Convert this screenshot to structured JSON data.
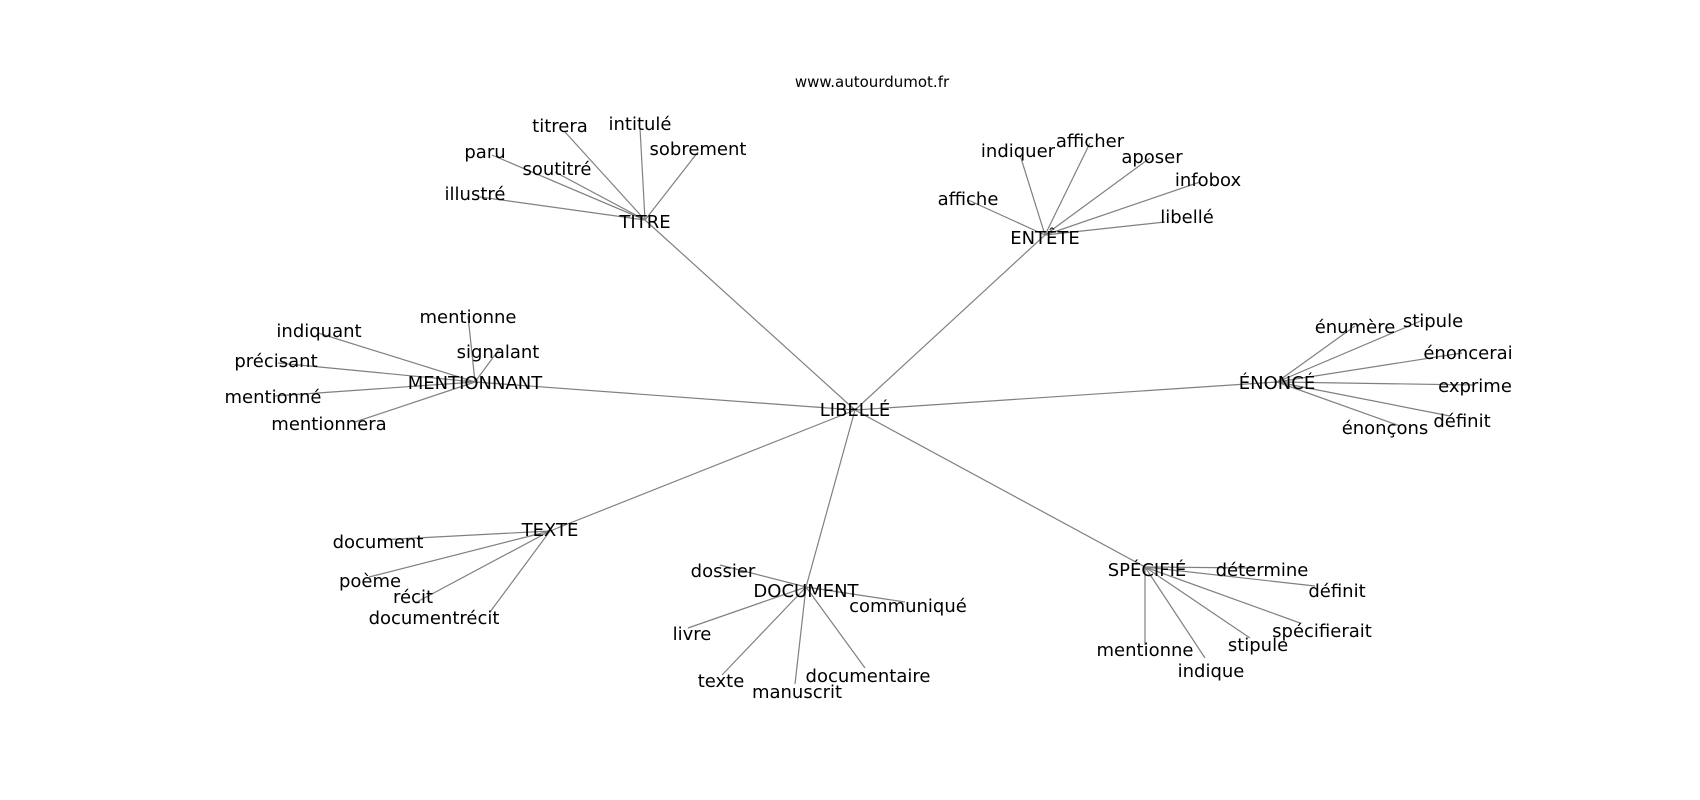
{
  "source": "www.autourdumot.fr",
  "center": "LIBELLÉ",
  "groups": [
    {
      "hub": "TITRE",
      "leaves": [
        "titrera",
        "intitulé",
        "sobrement",
        "paru",
        "soutitré",
        "illustré"
      ]
    },
    {
      "hub": "ENTÊTE",
      "leaves": [
        "afficher",
        "indiquer",
        "aposer",
        "infobox",
        "affiche",
        "libellé"
      ]
    },
    {
      "hub": "MENTIONNANT",
      "leaves": [
        "mentionne",
        "indiquant",
        "signalant",
        "précisant",
        "mentionné",
        "mentionnera"
      ]
    },
    {
      "hub": "ÉNONCÉ",
      "leaves": [
        "énumère",
        "stipule",
        "énoncerai",
        "exprime",
        "définit",
        "énonçons"
      ]
    },
    {
      "hub": "TEXTE",
      "leaves": [
        "document",
        "poème",
        "récit",
        "documentrécit"
      ]
    },
    {
      "hub": "DOCUMENT",
      "leaves": [
        "dossier",
        "communiqué",
        "livre",
        "documentaire",
        "texte",
        "manuscrit"
      ]
    },
    {
      "hub": "SPÉCIFIÉ",
      "leaves": [
        "détermine",
        "définit",
        "spécifierait",
        "stipule",
        "mentionne",
        "indique"
      ]
    }
  ]
}
